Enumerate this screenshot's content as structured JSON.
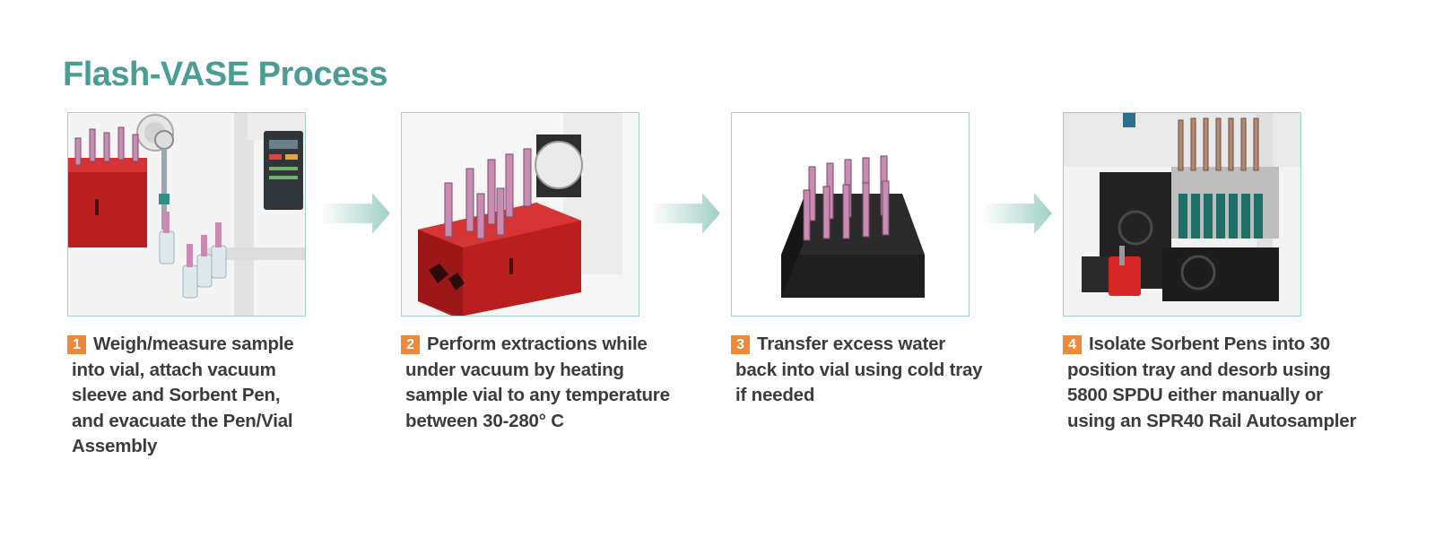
{
  "title": "Flash-VASE Process",
  "colors": {
    "title": "#4a9d93",
    "badge": "#f0883a",
    "panel_border": "#9fd0c6",
    "arrow": "#9fd0c6",
    "text": "#3b3b3b"
  },
  "steps": [
    {
      "number": "1",
      "lines": [
        "Weigh/measure sample",
        "into vial, attach vacuum",
        "sleeve and Sorbent Pen,",
        "and evacuate the Pen/Vial",
        "Assembly"
      ]
    },
    {
      "number": "2",
      "lines": [
        "Perform extractions while",
        "under vacuum by heating",
        "sample vial to any temperature",
        "between 30-280° C"
      ]
    },
    {
      "number": "3",
      "lines": [
        "Transfer excess water",
        "back into vial using cold tray",
        "if needed"
      ]
    },
    {
      "number": "4",
      "lines": [
        "Isolate Sorbent Pens into 30",
        "position tray and desorb using",
        "5800 SPDU either manually or",
        "using an SPR40 Rail Autosampler"
      ]
    }
  ]
}
